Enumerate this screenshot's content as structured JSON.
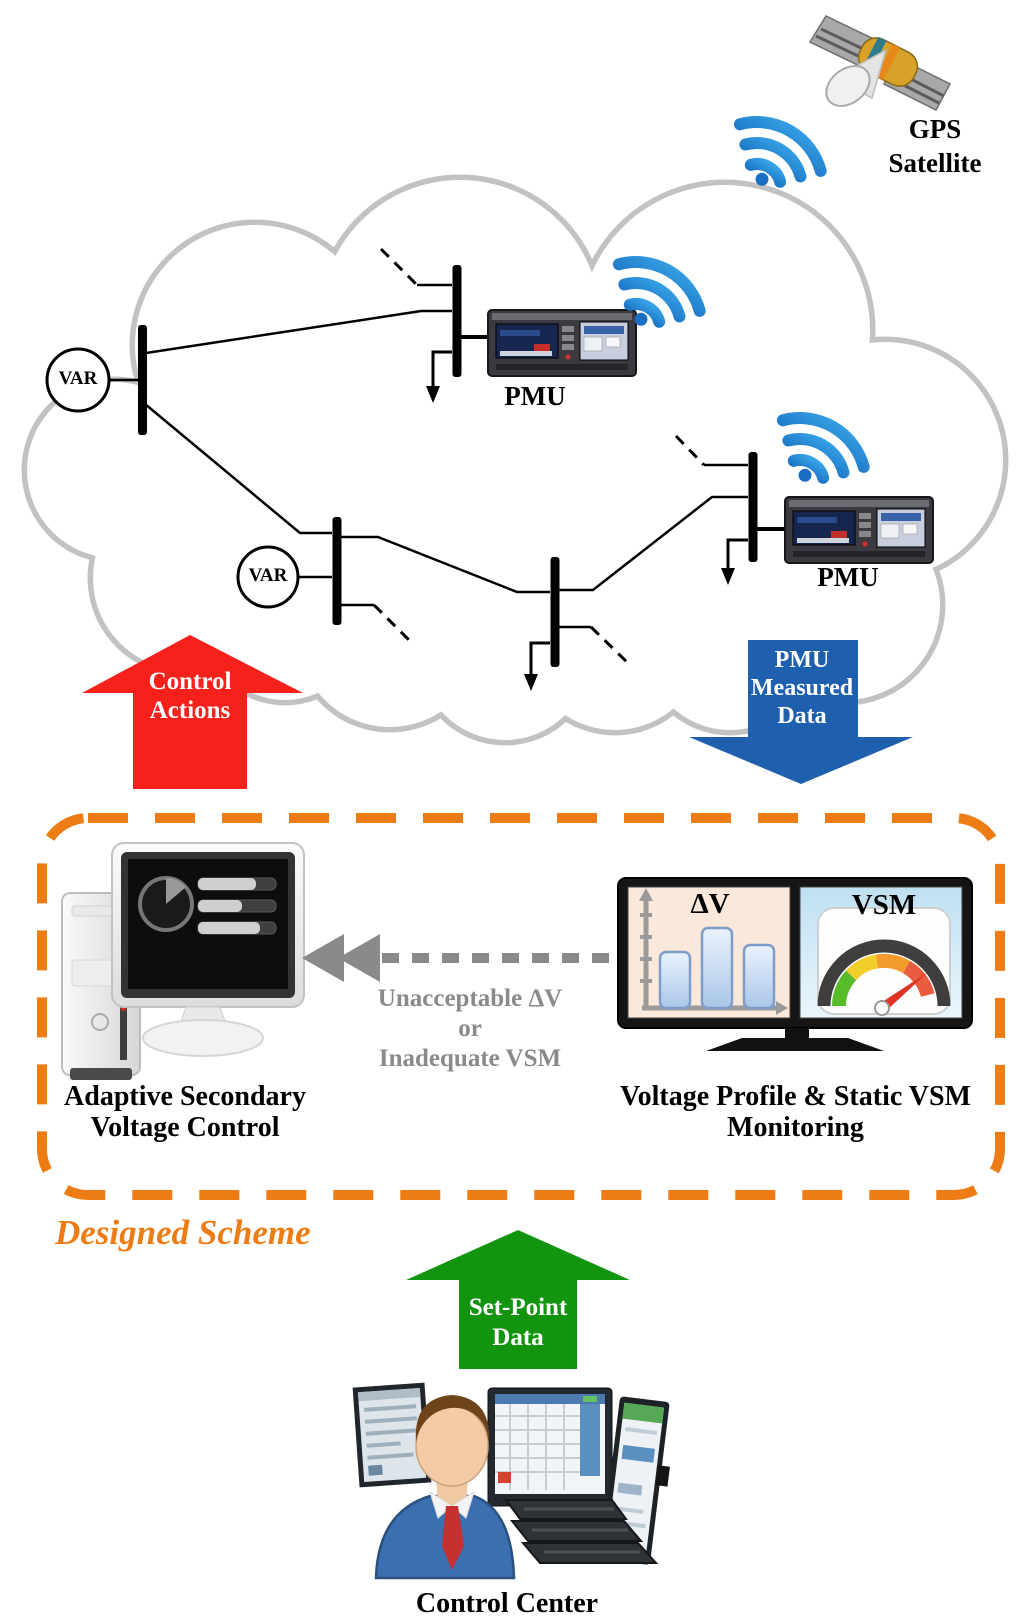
{
  "colors": {
    "cloud_gray": "#c2c2c2",
    "arrow_red": "#f7211b",
    "arrow_blue": "#1e5fae",
    "arrow_green": "#12940f",
    "scheme_orange": "#ee7c14",
    "muted_gray": "#8a8a8a",
    "wifi_blue": "#1e86d8"
  },
  "gps": {
    "label_line1": "GPS",
    "label_line2": "Satellite"
  },
  "network": {
    "var_label": "VAR",
    "pmu_label": "PMU"
  },
  "arrows": {
    "control_actions": {
      "line1": "Control",
      "line2": "Actions"
    },
    "pmu_measured": {
      "line1": "PMU",
      "line2": "Measured",
      "line3": "Data"
    },
    "set_point": {
      "line1": "Set-Point",
      "line2": "Data"
    }
  },
  "scheme": {
    "title": "Designed Scheme",
    "monitor_dv": "ΔV",
    "monitor_vsm": "VSM",
    "condition_line1": "Unacceptable ΔV",
    "condition_line2": "or",
    "condition_line3": "Inadequate VSM",
    "asvc_line1": "Adaptive Secondary",
    "asvc_line2": "Voltage Control",
    "monitoring_line1": "Voltage Profile & Static VSM",
    "monitoring_line2": "Monitoring"
  },
  "control_center": {
    "label": "Control Center"
  }
}
